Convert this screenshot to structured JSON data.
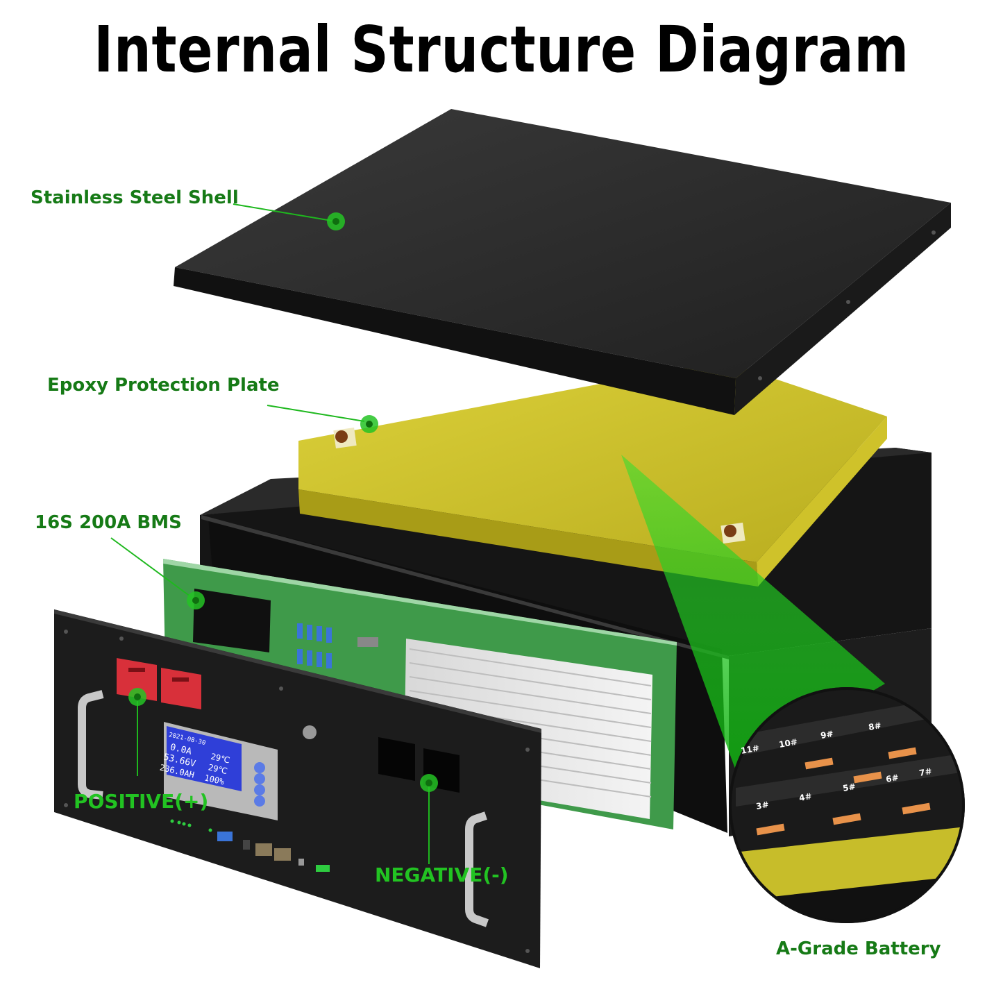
{
  "title": "Internal Structure Diagram",
  "labels": {
    "shell": "Stainless Steel Shell",
    "epoxy": "Epoxy Protection Plate",
    "bms": "16S 200A BMS",
    "positive": "POSITIVE(+)",
    "negative": "NEGATIVE(-)",
    "battery": "A-Grade Battery"
  },
  "display": {
    "line1": "2021-08-30",
    "line2a": "0.0A",
    "line2b": "29℃",
    "line3a": "53.66V",
    "line3b": "29℃",
    "line4a": "236.0AH",
    "line4b": "100%"
  },
  "cells": [
    "11#",
    "10#",
    "9#",
    "8#",
    "3#",
    "4#",
    "5#",
    "6#",
    "7#"
  ],
  "colors": {
    "label_green": "#167a16",
    "bright_green": "#22c322",
    "shell": "#2b2b2b",
    "epoxy": "#d9cc2e",
    "pcb": "#3f9a4a",
    "terminal_red": "#d8303a"
  }
}
